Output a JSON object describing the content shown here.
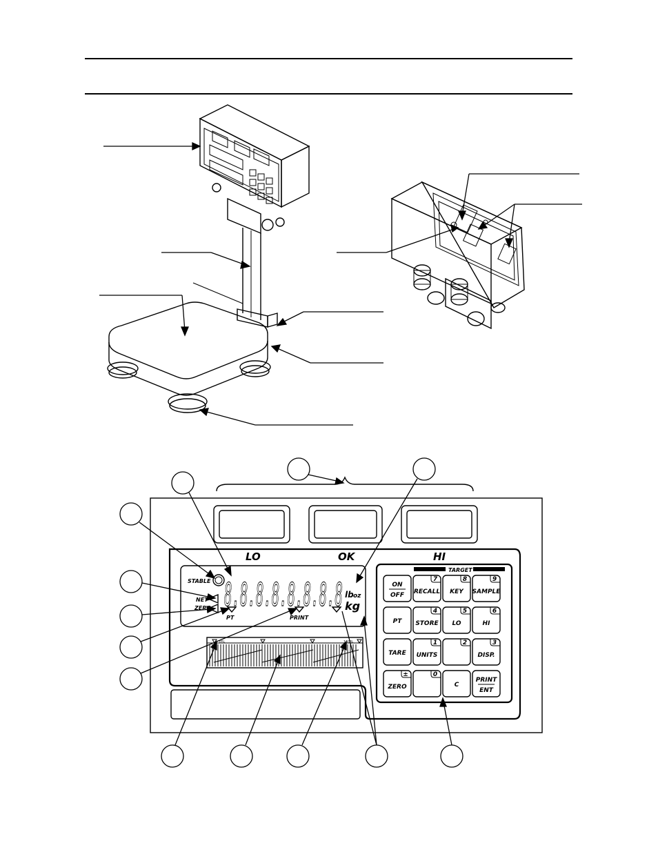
{
  "display": {
    "zone_lo": "LO",
    "zone_ok": "OK",
    "zone_hi": "HI",
    "stable": "STABLE",
    "net": "NET",
    "zero": "ZERO",
    "pt": "PT",
    "print": "PRINT",
    "unit_lb": "lb",
    "unit_oz": "oz",
    "unit_kg": "kg",
    "digits": "8.8.8.8.8.8.8.8",
    "bar_start": "0%",
    "bar_end": "100%"
  },
  "keypad": {
    "target": "TARGET",
    "keys": [
      {
        "main": "ON",
        "sub": "OFF",
        "num": ""
      },
      {
        "main": "RECALL",
        "sub": "",
        "num": "7"
      },
      {
        "main": "KEY",
        "sub": "",
        "num": "8"
      },
      {
        "main": "SAMPLE",
        "sub": "",
        "num": "9"
      },
      {
        "main": "PT",
        "sub": "",
        "num": ""
      },
      {
        "main": "STORE",
        "sub": "",
        "num": "4"
      },
      {
        "main": "LO",
        "sub": "",
        "num": "5"
      },
      {
        "main": "HI",
        "sub": "",
        "num": "6"
      },
      {
        "main": "TARE",
        "sub": "",
        "num": ""
      },
      {
        "main": "UNITS",
        "sub": "",
        "num": "1"
      },
      {
        "main": "",
        "sub": "",
        "num": "2"
      },
      {
        "main": "DISP.",
        "sub": "",
        "num": "3"
      },
      {
        "main": "ZERO",
        "sub": "",
        "num": "±"
      },
      {
        "main": "",
        "sub": "",
        "num": "0"
      },
      {
        "main": "C",
        "sub": "",
        "num": ""
      },
      {
        "main": "PRINT",
        "sub": "ENT",
        "num": ""
      }
    ]
  }
}
